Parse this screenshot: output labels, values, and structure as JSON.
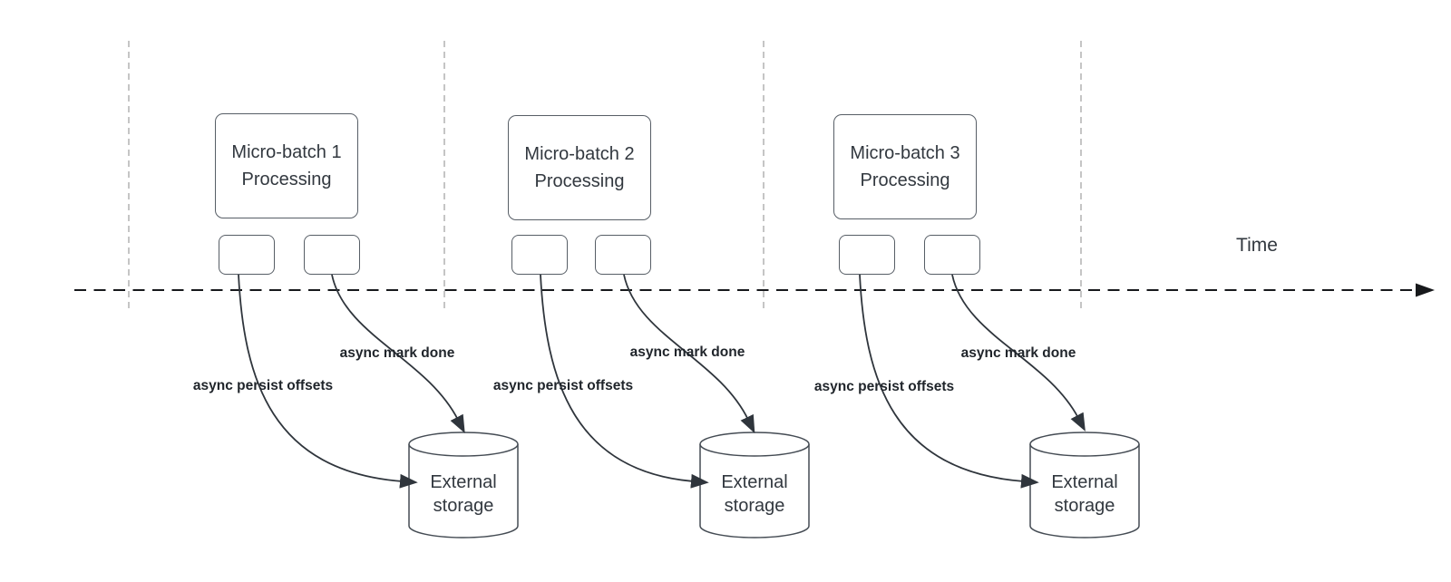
{
  "diagram": {
    "time_label": "Time",
    "groups": [
      {
        "title_line1": "Micro-batch 1",
        "title_line2": "Processing",
        "persist_label": "async persist offsets",
        "done_label": "async mark done",
        "storage_line1": "External",
        "storage_line2": "storage"
      },
      {
        "title_line1": "Micro-batch 2",
        "title_line2": "Processing",
        "persist_label": "async persist offsets",
        "done_label": "async mark done",
        "storage_line1": "External",
        "storage_line2": "storage"
      },
      {
        "title_line1": "Micro-batch 3",
        "title_line2": "Processing",
        "persist_label": "async persist offsets",
        "done_label": "async mark done",
        "storage_line1": "External",
        "storage_line2": "storage"
      }
    ],
    "colors": {
      "background": "#ffffff",
      "box_border": "#575e66",
      "cylinder_border": "#454c54",
      "box_text": "#32383f",
      "arrow": "#2f353c",
      "label_text": "#1f242a",
      "timeline": "#17191c",
      "guide_dash": "#b2b2b2"
    }
  }
}
